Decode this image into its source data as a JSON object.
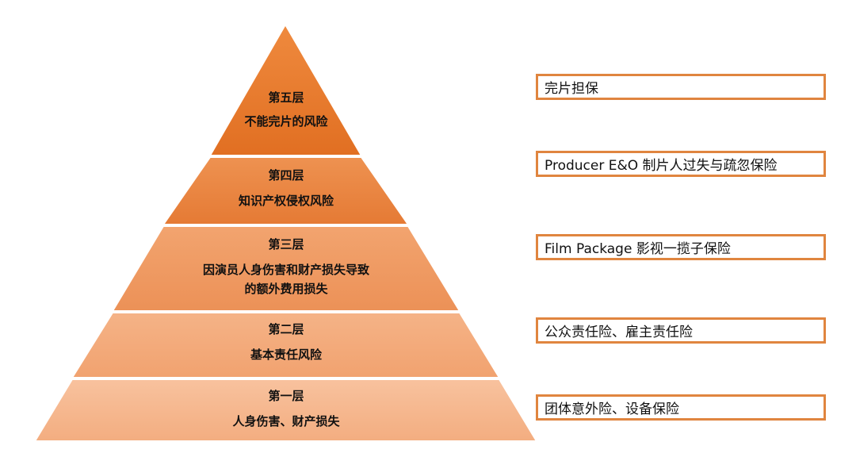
{
  "colors": {
    "layer1": "#f6b98e",
    "layer2": "#f4ad7d",
    "layer3": "#f09a5f",
    "layer4": "#e98440",
    "layer5": "#e8782c",
    "box_border": "#e0853f"
  },
  "pyramid": {
    "layers": [
      {
        "title": "第五层",
        "lines": [
          "不能完片的风险"
        ]
      },
      {
        "title": "第四层",
        "lines": [
          "知识产权侵权风险"
        ]
      },
      {
        "title": "第三层",
        "lines": [
          "因演员人身伤害和财产损失导致",
          "的额外费用损失"
        ]
      },
      {
        "title": "第二层",
        "lines": [
          "基本责任风险"
        ]
      },
      {
        "title": "第一层",
        "lines": [
          "人身伤害、财产损失"
        ]
      }
    ]
  },
  "insurance": [
    "完片担保",
    "Producer E&O 制片人过失与疏忽保险",
    "Film Package 影视一揽子保险",
    "公众责任险、雇主责任险",
    "团体意外险、设备保险"
  ]
}
